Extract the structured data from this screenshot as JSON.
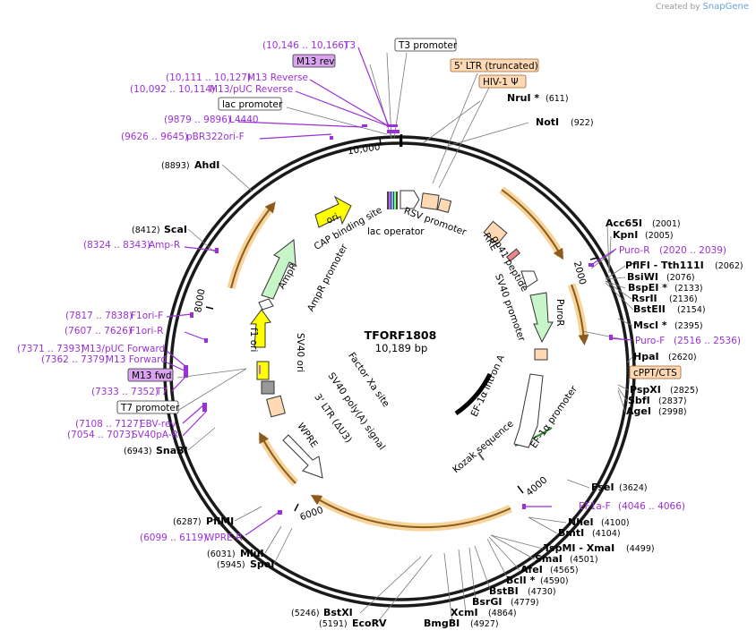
{
  "credit": {
    "text": "Created by",
    "brand": "SnapGene"
  },
  "plasmid": {
    "name": "TFORF1808",
    "length_label": "10,189 bp",
    "total": 10189
  },
  "ticks": [
    {
      "label": "2000",
      "bp": 2000
    },
    {
      "label": "4000",
      "bp": 4000
    },
    {
      "label": "6000",
      "bp": 6000
    },
    {
      "label": "8000",
      "bp": 8000
    },
    {
      "label": "10,000",
      "bp": 10000
    }
  ],
  "enzymes": [
    {
      "name": "NruI *",
      "pos": "(611)",
      "bp": 611
    },
    {
      "name": "NotI",
      "pos": "(922)",
      "bp": 922
    },
    {
      "name": "Acc65I",
      "pos": "(2001)",
      "bp": 2001
    },
    {
      "name": "KpnI",
      "pos": "(2005)",
      "bp": 2005
    },
    {
      "name": "PflFI - Tth111I",
      "pos": "(2062)",
      "bp": 2062
    },
    {
      "name": "BsiWI",
      "pos": "(2076)",
      "bp": 2076
    },
    {
      "name": "BspEI *",
      "pos": "(2133)",
      "bp": 2133
    },
    {
      "name": "RsrII",
      "pos": "(2136)",
      "bp": 2136
    },
    {
      "name": "BstEII",
      "pos": "(2154)",
      "bp": 2154
    },
    {
      "name": "MscI *",
      "pos": "(2395)",
      "bp": 2395
    },
    {
      "name": "HpaI",
      "pos": "(2620)",
      "bp": 2620
    },
    {
      "name": "PspXI",
      "pos": "(2825)",
      "bp": 2825
    },
    {
      "name": "SbfI",
      "pos": "(2837)",
      "bp": 2837
    },
    {
      "name": "AgeI",
      "pos": "(2998)",
      "bp": 2998
    },
    {
      "name": "FseI",
      "pos": "(3624)",
      "bp": 3624
    },
    {
      "name": "NheI",
      "pos": "(4100)",
      "bp": 4100
    },
    {
      "name": "BmtI",
      "pos": "(4104)",
      "bp": 4104
    },
    {
      "name": "TspMI - XmaI",
      "pos": "(4499)",
      "bp": 4499
    },
    {
      "name": "SmaI",
      "pos": "(4501)",
      "bp": 4501
    },
    {
      "name": "AfeI",
      "pos": "(4565)",
      "bp": 4565
    },
    {
      "name": "BclI *",
      "pos": "(4590)",
      "bp": 4590
    },
    {
      "name": "BstBI",
      "pos": "(4730)",
      "bp": 4730
    },
    {
      "name": "BsrGI",
      "pos": "(4779)",
      "bp": 4779
    },
    {
      "name": "XcmI",
      "pos": "(4864)",
      "bp": 4864
    },
    {
      "name": "BmgBI",
      "pos": "(4927)",
      "bp": 4927
    },
    {
      "name": "BstXI",
      "pos": "(5246)",
      "bp": 5246
    },
    {
      "name": "EcoRV",
      "pos": "(5191)",
      "bp": 5191
    },
    {
      "name": "SpeI",
      "pos": "(5945)",
      "bp": 5945
    },
    {
      "name": "MluI",
      "pos": "(6031)",
      "bp": 6031
    },
    {
      "name": "PflMI",
      "pos": "(6287)",
      "bp": 6287
    },
    {
      "name": "SnaBI",
      "pos": "(6943)",
      "bp": 6943
    },
    {
      "name": "ScaI",
      "pos": "(8412)",
      "bp": 8412
    },
    {
      "name": "AhdI",
      "pos": "(8893)",
      "bp": 8893
    }
  ],
  "primers": [
    {
      "name": "T3",
      "range": "(10,146 .. 10,166)"
    },
    {
      "name": "M13 Reverse",
      "range": "(10,111 .. 10,127)"
    },
    {
      "name": "M13/pUC Reverse",
      "range": "(10,092 .. 10,114)"
    },
    {
      "name": "L4440",
      "range": "(9879 .. 9896)"
    },
    {
      "name": "pBR322ori-F",
      "range": "(9626 .. 9645)"
    },
    {
      "name": "Amp-R",
      "range": "(8324 .. 8343)"
    },
    {
      "name": "F1ori-F",
      "range": "(7817 .. 7838)"
    },
    {
      "name": "F1ori-R",
      "range": "(7607 .. 7626)"
    },
    {
      "name": "M13/pUC Forward",
      "range": "(7371 .. 7393)"
    },
    {
      "name": "M13 Forward",
      "range": "(7362 .. 7379)"
    },
    {
      "name": "T7",
      "range": "(7333 .. 7352)"
    },
    {
      "name": "EBV-rev",
      "range": "(7108 .. 7127)"
    },
    {
      "name": "SV40pA-R",
      "range": "(7054 .. 7073)"
    },
    {
      "name": "WPRE-R",
      "range": "(6099 .. 6119)"
    },
    {
      "name": "Puro-R",
      "range": "(2020 .. 2039)"
    },
    {
      "name": "Puro-F",
      "range": "(2516 .. 2536)"
    },
    {
      "name": "EF1a-F",
      "range": "(4046 .. 4066)"
    }
  ],
  "boxed_labels": [
    {
      "text": "M13 rev",
      "style": "purple"
    },
    {
      "text": "T3 promoter",
      "style": "white"
    },
    {
      "text": "5' LTR (truncated)",
      "style": "peach"
    },
    {
      "text": "HIV-1 Ψ",
      "style": "peach"
    },
    {
      "text": "lac promoter",
      "style": "white"
    },
    {
      "text": "cPPT/CTS",
      "style": "peach"
    },
    {
      "text": "M13 fwd",
      "style": "purple"
    },
    {
      "text": "T7 promoter",
      "style": "white"
    }
  ],
  "inner_features": [
    "RSV promoter",
    "lac operator",
    "CAP binding site",
    "ori",
    "AmpR",
    "AmpR promoter",
    "f1 ori",
    "SV40 ori",
    "Factor Xa site",
    "SV40 poly(A) signal",
    "3' LTR (ΔU3)",
    "WPRE",
    "RRE",
    "gp41 peptide",
    "SV40 promoter",
    "PuroR",
    "EF-1α intron A",
    "EF-1α promoter",
    "Kozak sequence"
  ],
  "colors": {
    "ring": "#1a1a1a",
    "orf_arc": "#f6d49a",
    "orf_arrow": "#8b5a1e",
    "primer": "#9b30d9",
    "promoter_white": "#ffffff",
    "origin_yellow": "#ffff00",
    "ampR_green": "#c8f5c8",
    "peach": "#ffd9b3"
  }
}
